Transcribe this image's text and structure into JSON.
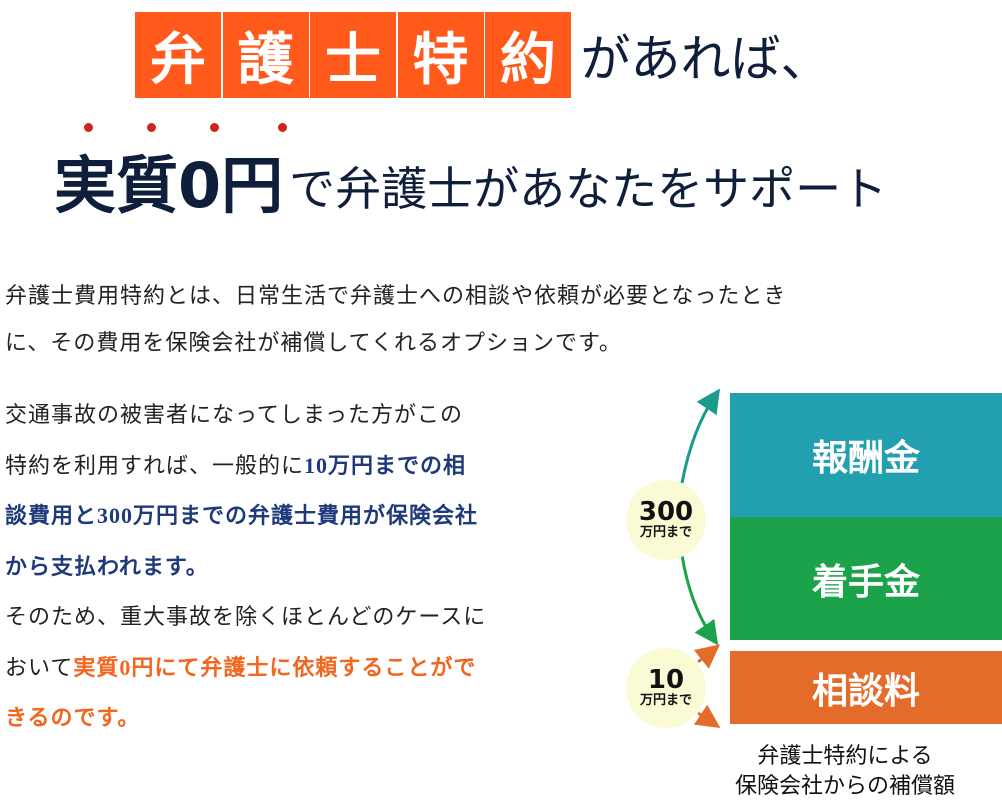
{
  "headline": {
    "boxed_chars": [
      "弁",
      "護",
      "士",
      "特",
      "約"
    ],
    "line1_rest": "があれば、",
    "emphasis": "実質0円",
    "line2_rest": "で弁護士があなたをサポート"
  },
  "intro": {
    "lines": [
      "弁護士費用特約とは、日常生活で弁護士への相談や依頼が必要となったとき",
      "に、その費用を保険会社が補償してくれるオプションです。"
    ]
  },
  "detail": {
    "l1": "交通事故の被害者になってしまった方がこの",
    "l2a": "特約を利用すれば、一般的に",
    "l2b": "10万円までの相",
    "l3": "談費用と300万円までの弁護士費用が保険会社",
    "l4": "から支払われます。",
    "l5": "そのため、重大事故を除くほとんどのケースに",
    "l6a": "おいて",
    "l6b": "実質0円にて弁護士に依頼することがで",
    "l7": "きるのです。"
  },
  "diagram": {
    "boxes": [
      {
        "label": "報酬金",
        "color": "#22a0b0"
      },
      {
        "label": "着手金",
        "color": "#1ca24a"
      },
      {
        "label": "相談料",
        "color": "#e46c2a"
      }
    ],
    "limit_large": {
      "num": "300",
      "unit": "万円まで"
    },
    "limit_small": {
      "num": "10",
      "unit": "万円まで"
    },
    "caption_lines": [
      "弁護士特約による",
      "保険会社からの補償額"
    ]
  },
  "colors": {
    "accent": "#ff5a1c",
    "navy": "#0f1e3a",
    "blue_text": "#1f3a7a",
    "orange_text": "#f2661f"
  }
}
